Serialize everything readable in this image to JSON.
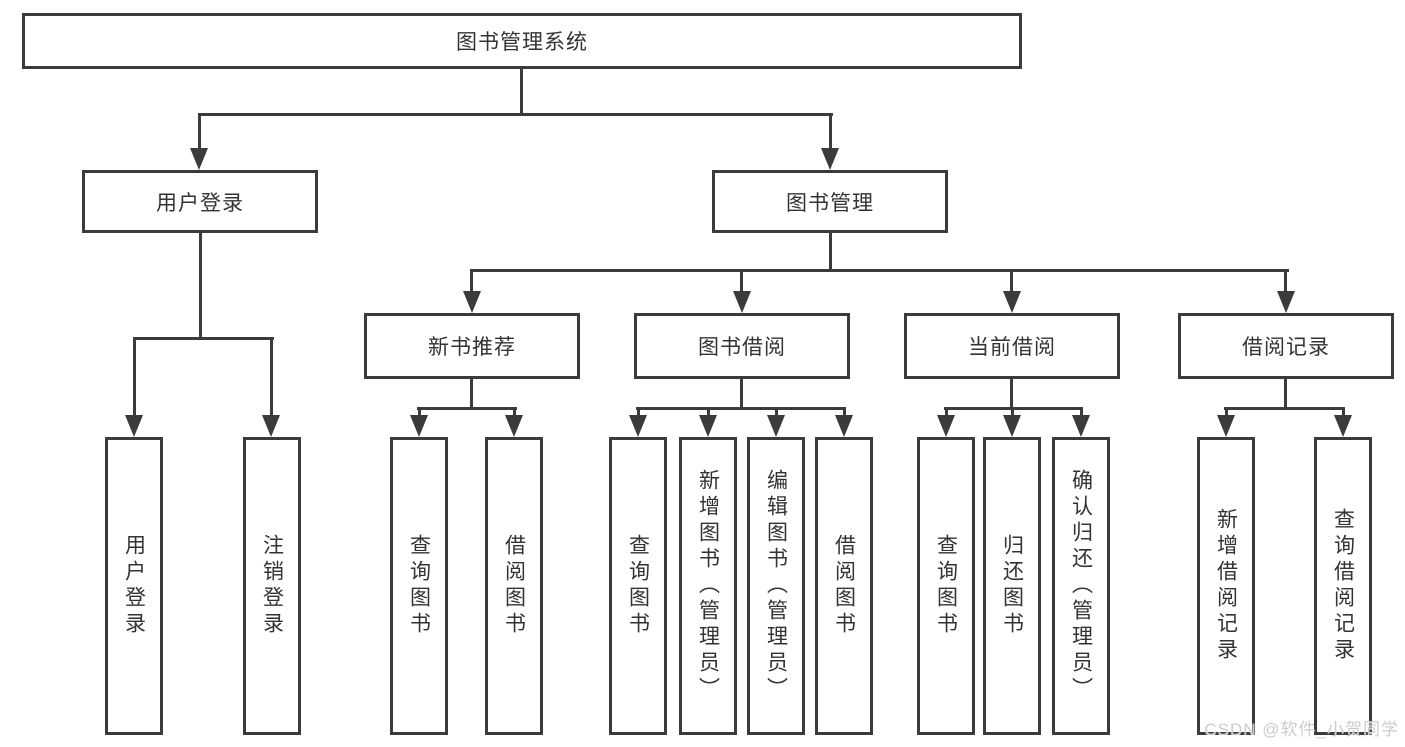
{
  "diagram_type": "hierarchy",
  "colors": {
    "line": "#3b3b3b",
    "text": "#333333",
    "background": "#ffffff",
    "watermark": "#cccccc"
  },
  "tree": {
    "label": "图书管理系统",
    "children": [
      {
        "label": "用户登录",
        "children": [
          {
            "label": "用户登录"
          },
          {
            "label": "注销登录"
          }
        ]
      },
      {
        "label": "图书管理",
        "children": [
          {
            "label": "新书推荐",
            "children": [
              {
                "label": "查询图书"
              },
              {
                "label": "借阅图书"
              }
            ]
          },
          {
            "label": "图书借阅",
            "children": [
              {
                "label": "查询图书"
              },
              {
                "label": "新增图书（管理员）"
              },
              {
                "label": "编辑图书（管理员）"
              },
              {
                "label": "借阅图书"
              }
            ]
          },
          {
            "label": "当前借阅",
            "children": [
              {
                "label": "查询图书"
              },
              {
                "label": "归还图书"
              },
              {
                "label": "确认归还（管理员）"
              }
            ]
          },
          {
            "label": "借阅记录",
            "children": [
              {
                "label": "新增借阅记录"
              },
              {
                "label": "查询借阅记录"
              }
            ]
          }
        ]
      }
    ]
  },
  "watermark": {
    "text": "CSDN @软件_小贺同学"
  }
}
